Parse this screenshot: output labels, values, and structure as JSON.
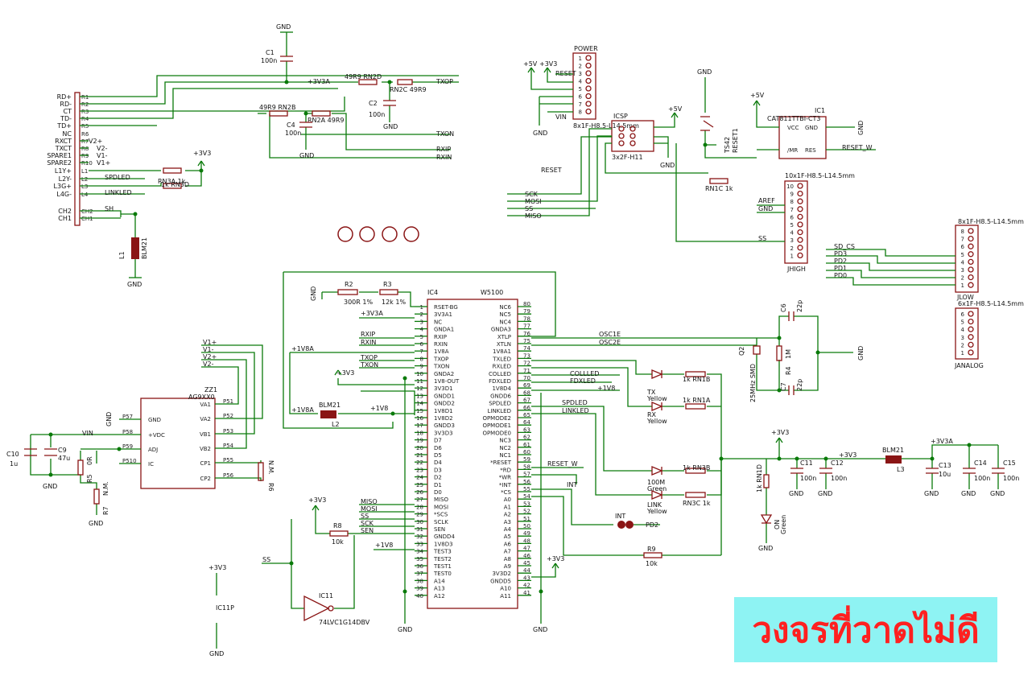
{
  "banner": {
    "text": "วงจรที่วาดไม่ดี"
  },
  "labels": {
    "rj45": [
      "RD+",
      "RD-",
      "CT",
      "TD-",
      "TD+",
      "NC",
      "RXCT",
      "TXCT",
      "SPARE1",
      "SPARE2",
      "L1Y+",
      "L2Y-",
      "L3G+",
      "L4G-",
      "CH2",
      "CH1"
    ],
    "rj45_pins": [
      "R1",
      "R2",
      "R3",
      "R4",
      "R5",
      "R6",
      "R7",
      "R8",
      "R9",
      "R10",
      "L1",
      "L2",
      "L3",
      "L4",
      "CH2",
      "CH1"
    ],
    "v_lines": [
      "V2+",
      "V2-",
      "V1-",
      "V1+"
    ],
    "spdled": "SPDLED",
    "linkled": "LINKLED",
    "sh": "SH",
    "gnd": "GND",
    "p3v3": "+3V3",
    "p3v3a": "+3V3A",
    "p1v8": "+1V8",
    "p1v8a": "+1V8A",
    "p5v": "+5V",
    "c1": "C1",
    "c1v": "100n",
    "c2": "C2",
    "c2v": "100n",
    "c4": "C4",
    "c4v": "100n",
    "rn2d": "RN2D",
    "rn2c": "RN2C",
    "rn2b": "RN2B",
    "rn2a": "RN2A",
    "r49": "49R9",
    "txop": "TXOP",
    "txon": "TXON",
    "rxip": "RXIP",
    "rxin": "RXIN",
    "rn3a": "RN3A 1k",
    "rn3d": "1k RN3D",
    "l1": "L1",
    "blm21": "BLM21",
    "power": "POWER",
    "reset": "RESET",
    "vin": "VIN",
    "conn_power": "8x1F-H8.5-L14.5mm",
    "icsp": "ICSP",
    "icsp_type": "3x2F-H11",
    "ic1": "IC1",
    "ic1_part": "CAT811TTBI-CT3",
    "vcc": "VCC",
    "ic1_gnd": "GND",
    "mr": "/MR",
    "res": "RES",
    "reset_w": "RESET_W",
    "ts42": "TS42",
    "reset1": "RESET1",
    "rn1c": "RN1C 1k",
    "jhigh_type": "10x1F-H8.5-L14.5mm",
    "jhigh": "JHIGH",
    "aref": "AREF",
    "ss": "SS",
    "sck": "SCK",
    "mosi": "MOSI",
    "miso": "MISO",
    "jlow_type": "8x1F-H8.5-L14.5mm",
    "jlow": "JLOW",
    "sd_cs": "SD_CS",
    "pd3": "PD3",
    "pd2": "PD2",
    "pd1": "PD1",
    "pd0": "PD0",
    "janalog_type": "6x1F-H8.5-L14.5mm",
    "janalog": "JANALOG",
    "ic4": "IC4",
    "w5100": "W5100",
    "r2": "R2",
    "r2v": "300R 1%",
    "r3": "R3",
    "r3v": "12k 1%",
    "osc1e": "OSC1E",
    "osc2e": "OSC2E",
    "q2": "Q2",
    "q2v": "25MHz SMD",
    "r4": "R4",
    "r4v": "1M",
    "c6": "C6",
    "c7": "C7",
    "c22p": "22p",
    "collled": "COLLLED",
    "fdxled": "FDXLED",
    "tx": "TX",
    "rx": "RX",
    "yellow": "Yellow",
    "rn1b": "1k RN1B",
    "rn1a": "1k RN1A",
    "l2": "L2",
    "zz1": "ZZ1",
    "ag9": "AG9XX0",
    "c10": "C10",
    "c10v": "1u",
    "c9": "C9",
    "c9v": "47u",
    "r5": "R5",
    "r5v": "0R",
    "r6": "R6",
    "r7": "R7",
    "nm": "N.M.",
    "rn3b": "1k RN3B",
    "rn3c": "RN3C 1k",
    "m100": "100M",
    "green": "Green",
    "link": "LINK",
    "c11": "C11",
    "c12": "C12",
    "c13": "C13",
    "c13v": "10u",
    "c14": "C14",
    "c15": "C15",
    "l3": "L3",
    "rn1d": "1k RN1D",
    "on": "ON",
    "int": "INT",
    "pd2lbl": "PD2",
    "r9": "R9",
    "r9v": "10k",
    "r8": "R8",
    "r8v": "10k",
    "sen": "SEN",
    "ic11": "IC11",
    "ic11_part": "74LVC1G14DBV",
    "ic11p": "IC11P"
  },
  "w5100_left": [
    "RSET-BG",
    "3V3A1",
    "NC",
    "GNDA1",
    "RXIP",
    "RXIN",
    "1V8A",
    "TXOP",
    "TXON",
    "GNDA2",
    "1V8-OUT",
    "3V3D1",
    "GNDD1",
    "GNDD2",
    "1V8D1",
    "1V8D2",
    "GNDD3",
    "3V3D3",
    "D7",
    "D6",
    "D5",
    "D4",
    "D3",
    "D2",
    "D1",
    "D0",
    "MISO",
    "MOSI",
    "*SCS",
    "SCLK",
    "SEN",
    "GNDD4",
    "1V8D3",
    "TEST3",
    "TEST2",
    "TEST1",
    "TEST0",
    "A14",
    "A13",
    "A12"
  ],
  "w5100_right": [
    "NC6",
    "NC5",
    "NC4",
    "GNDA3",
    "XTLP",
    "XTLN",
    "1V8A1",
    "TXLED",
    "RXLED",
    "COLLED",
    "FDXLED",
    "1V8D4",
    "GNDD6",
    "SPDLED",
    "LINKLED",
    "OPMODE2",
    "OPMODE1",
    "OPMODE0",
    "NC3",
    "NC2",
    "NC1",
    "*RESET",
    "*RD",
    "*WR",
    "*INT",
    "*CS",
    "A0",
    "A1",
    "A2",
    "A3",
    "A4",
    "A5",
    "A6",
    "A7",
    "A8",
    "A9",
    "3V3D2",
    "GNDD5",
    "A10",
    "A11"
  ],
  "ag9_left": [
    "GND",
    "+VDC",
    "ADJ",
    "IC"
  ],
  "ag9_left_pins": [
    "P57",
    "P58",
    "P59",
    "P510"
  ],
  "ag9_right": [
    "VA1",
    "VA2",
    "VB1",
    "VB2",
    "CP1",
    "CP2"
  ],
  "ag9_right_pins": [
    "P51",
    "P52",
    "P53",
    "P54",
    "P55",
    "P56"
  ],
  "colors": {
    "wire": "#0a7a0a",
    "part": "#8a1515",
    "banner_bg": "#8ef3f3",
    "banner_text": "#ff2020"
  }
}
